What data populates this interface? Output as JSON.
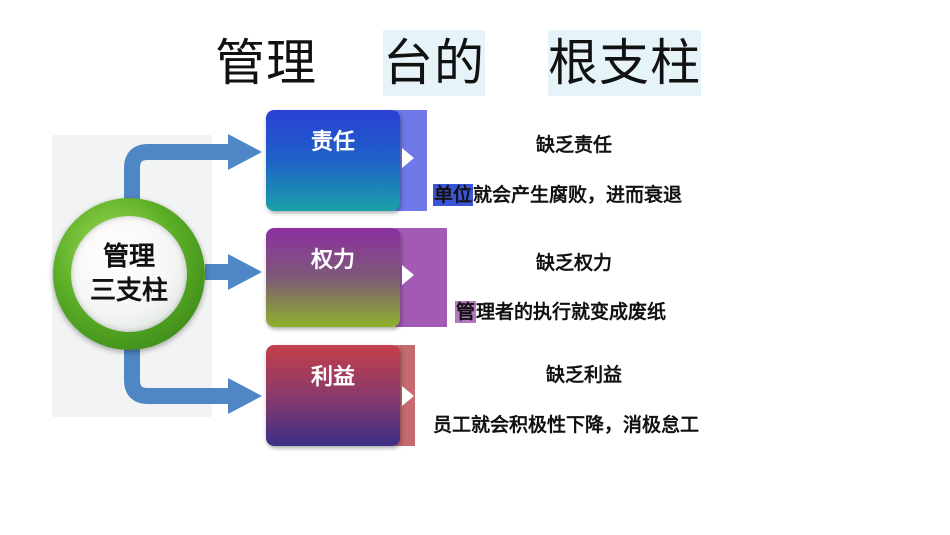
{
  "title": {
    "part1": "管理",
    "part2": "台的",
    "part3": "根支柱"
  },
  "hub": {
    "line1": "管理",
    "line2": "三支柱"
  },
  "branches": [
    {
      "label": "责任",
      "heading": "缺乏责任",
      "desc_mark": "单位",
      "desc_rest": "就会产生腐败，进而衰退"
    },
    {
      "label": "权力",
      "heading": "缺乏权力",
      "desc_mark": "管",
      "desc_rest": "理者的执行就变成废纸"
    },
    {
      "label": "利益",
      "heading": "缺乏利益",
      "desc_mark": "",
      "desc_rest": "员工就会积极性下降，消极怠工"
    }
  ],
  "colors": {
    "arrow": "#4f86c6",
    "box1_top": "#2a3fd6",
    "box1_bottom": "#1aa0a8",
    "strip1": "#6f78e8",
    "mark1": "#3b55d8",
    "box2_top": "#8c2fa0",
    "box2_bottom": "#8fb02c",
    "strip2": "#a35ab5",
    "mark2": "#b079c0",
    "box3_top": "#c43f4a",
    "box3_bottom": "#3c2f86",
    "strip3": "#c56a6e"
  }
}
